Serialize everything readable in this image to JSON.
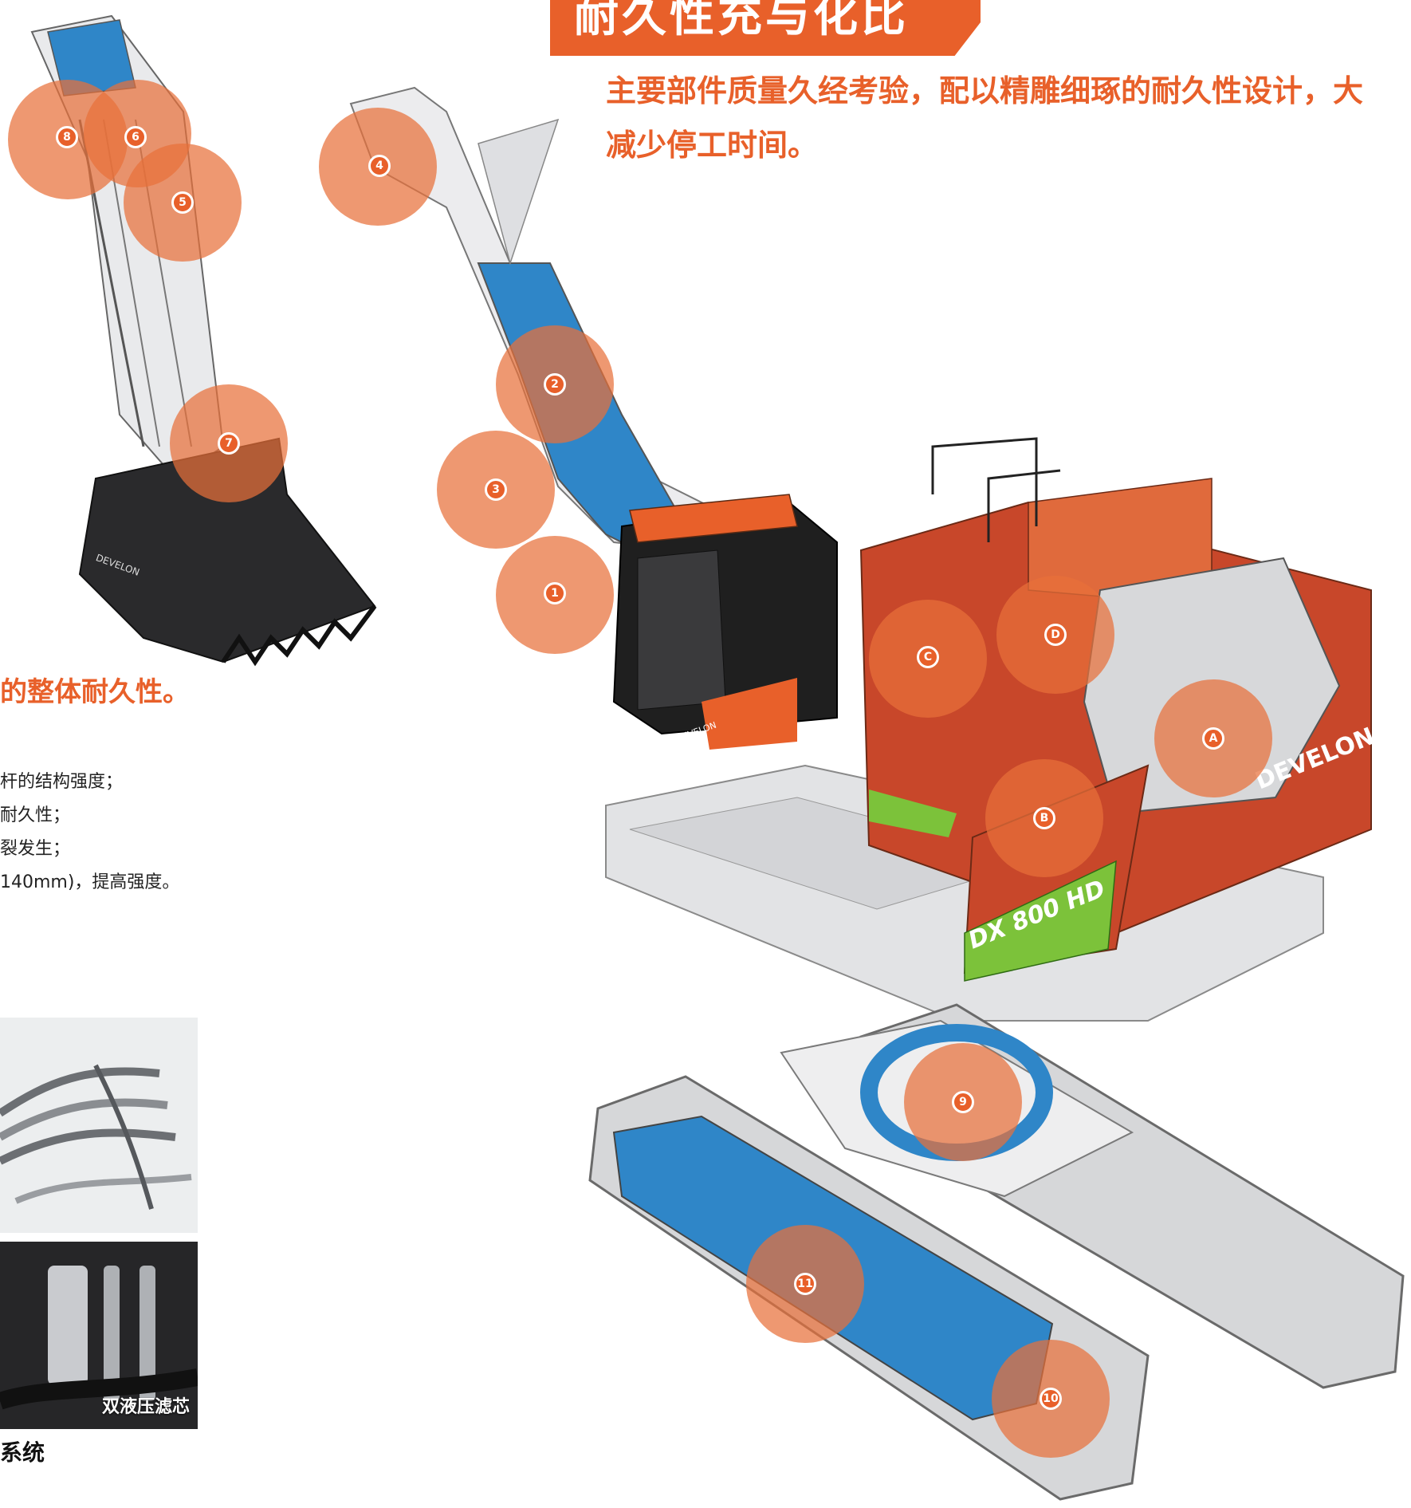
{
  "header": {
    "title": "耐久性充与化比",
    "subtitle_line1": "主要部件质量久经考验，配以精雕细琢的耐久性设计，大",
    "subtitle_line2": "减少停工时间。"
  },
  "left_panel": {
    "heading": "的整体耐久性。",
    "bullets": [
      "杆的结构强度；",
      "耐久性；",
      "裂发生；",
      "140mm)，提高强度。"
    ],
    "photo_caption": "双液压滤芯",
    "section_label": "系统"
  },
  "machine": {
    "brand_body": "DEVELON",
    "brand_bucket": "DEVELON",
    "brand_cab": "DEVELON",
    "model": "DX 800 HD"
  },
  "callouts": [
    {
      "id": "1"
    },
    {
      "id": "2"
    },
    {
      "id": "3"
    },
    {
      "id": "4"
    },
    {
      "id": "5"
    },
    {
      "id": "6"
    },
    {
      "id": "7"
    },
    {
      "id": "8"
    },
    {
      "id": "9"
    },
    {
      "id": "10"
    },
    {
      "id": "11"
    },
    {
      "id": "A"
    },
    {
      "id": "B"
    },
    {
      "id": "C"
    },
    {
      "id": "D"
    }
  ],
  "colors": {
    "accent": "#e8602a",
    "callout_fill": "#e8703a",
    "boom_blue": "#2f86c8",
    "body_orange": "#c8472a",
    "frame_gray": "#e2e3e5",
    "cab_black": "#1f1f1f"
  }
}
